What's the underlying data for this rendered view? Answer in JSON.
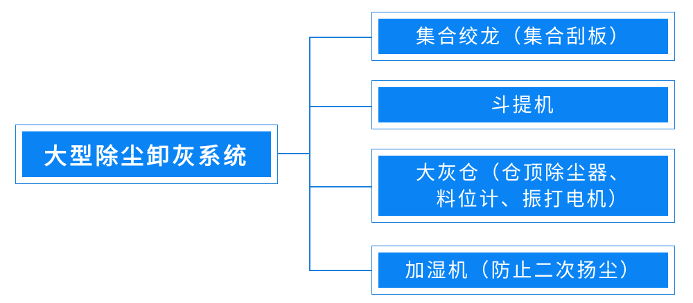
{
  "root": {
    "label": "大型除尘卸灰系统"
  },
  "children": [
    {
      "label": "集合绞龙（集合刮板）"
    },
    {
      "label": "斗提机"
    },
    {
      "lines": [
        "大灰仓（仓顶除尘器、",
        "料位计、振打电机）"
      ]
    },
    {
      "label": "加湿机（防止二次扬尘）"
    }
  ],
  "colors": {
    "box_fill": "#0a84f5",
    "line": "#1a7fdc",
    "text": "#ffffff"
  }
}
